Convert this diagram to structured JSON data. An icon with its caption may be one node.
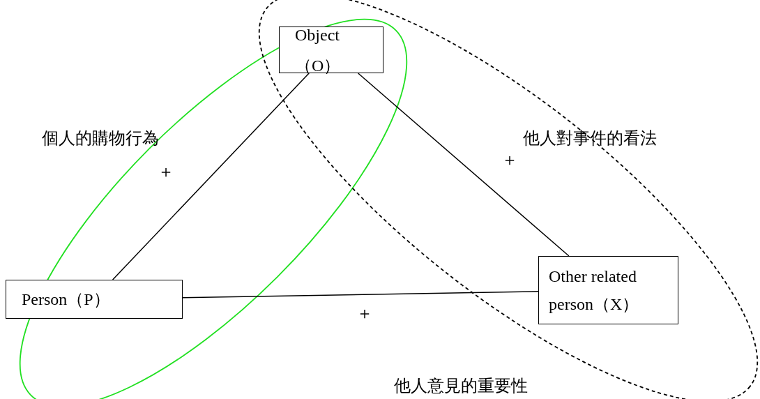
{
  "diagram": {
    "nodes": [
      {
        "text": [
          "Object（O）"
        ]
      },
      {
        "text": [
          "Person（P）"
        ]
      },
      {
        "text": [
          "Other related person（X）"
        ]
      }
    ],
    "edges": [
      {
        "from": 1,
        "to": 0,
        "arrow": "none",
        "label": "＋"
      },
      {
        "from": 0,
        "to": 2,
        "arrow": "none",
        "label": "＋"
      },
      {
        "from": 1,
        "to": 2,
        "arrow": "none",
        "label": "＋"
      }
    ],
    "labels": [
      "個人的購物行為",
      "他人對事件的看法",
      "他人意見的重要性"
    ]
  }
}
